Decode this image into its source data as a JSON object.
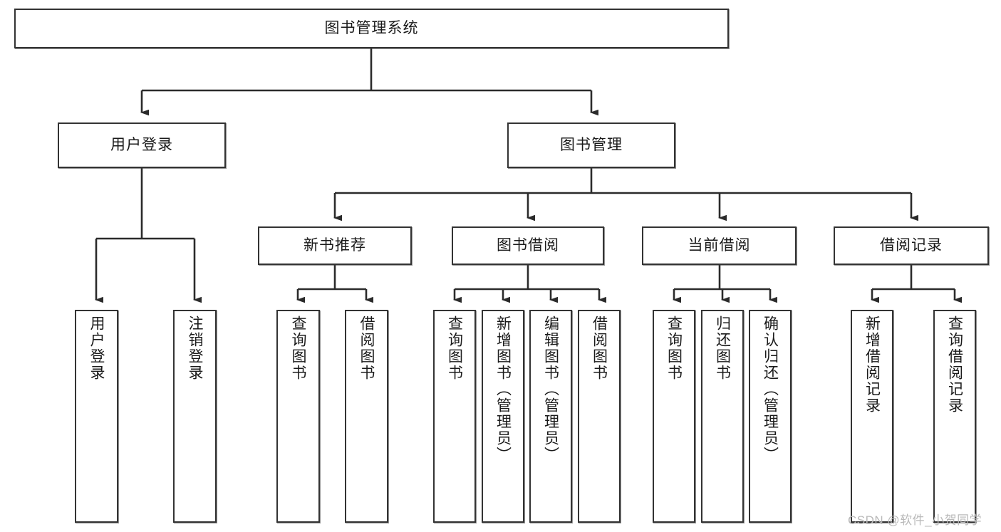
{
  "diagram": {
    "title": "图书管理系统",
    "type": "tree-hierarchy-diagram",
    "watermark": "CSDN @软件_小贺同学",
    "colors": {
      "node_border": "#333333",
      "node_fill": "#ffffff",
      "connector": "#2b2b2b",
      "text": "#1a1a1a",
      "watermark": "#b9b9b9",
      "background": "#ffffff"
    },
    "levels": {
      "root": "图书管理系统",
      "level2": [
        "用户登录",
        "图书管理"
      ],
      "level3": [
        "新书推荐",
        "图书借阅",
        "当前借阅",
        "借阅记录"
      ]
    },
    "nodes": {
      "root": {
        "label": "图书管理系统"
      },
      "user_login": {
        "label": "用户登录"
      },
      "book_manage": {
        "label": "图书管理"
      },
      "new_book_rec": {
        "label": "新书推荐"
      },
      "book_borrow": {
        "label": "图书借阅"
      },
      "current_borrow": {
        "label": "当前借阅"
      },
      "borrow_record": {
        "label": "借阅记录"
      },
      "leaf_user_login": {
        "label": "用户登录"
      },
      "leaf_logout": {
        "label": "注销登录"
      },
      "leaf_query_book_1": {
        "label": "查询图书"
      },
      "leaf_borrow_book_1": {
        "label": "借阅图书"
      },
      "leaf_query_book_2": {
        "label": "查询图书"
      },
      "leaf_add_book": {
        "label": "新增图书（管理员）"
      },
      "leaf_edit_book": {
        "label": "编辑图书（管理员）"
      },
      "leaf_borrow_book_2": {
        "label": "借阅图书"
      },
      "leaf_query_book_3": {
        "label": "查询图书"
      },
      "leaf_return_book": {
        "label": "归还图书"
      },
      "leaf_confirm_return": {
        "label": "确认归还（管理员）"
      },
      "leaf_add_record": {
        "label": "新增借阅记录"
      },
      "leaf_query_record": {
        "label": "查询借阅记录"
      }
    },
    "edges": [
      {
        "from": "root",
        "to": "user_login"
      },
      {
        "from": "root",
        "to": "book_manage"
      },
      {
        "from": "user_login",
        "to": "leaf_user_login"
      },
      {
        "from": "user_login",
        "to": "leaf_logout"
      },
      {
        "from": "book_manage",
        "to": "new_book_rec"
      },
      {
        "from": "book_manage",
        "to": "book_borrow"
      },
      {
        "from": "book_manage",
        "to": "current_borrow"
      },
      {
        "from": "book_manage",
        "to": "borrow_record"
      },
      {
        "from": "new_book_rec",
        "to": "leaf_query_book_1"
      },
      {
        "from": "new_book_rec",
        "to": "leaf_borrow_book_1"
      },
      {
        "from": "book_borrow",
        "to": "leaf_query_book_2"
      },
      {
        "from": "book_borrow",
        "to": "leaf_add_book"
      },
      {
        "from": "book_borrow",
        "to": "leaf_edit_book"
      },
      {
        "from": "book_borrow",
        "to": "leaf_borrow_book_2"
      },
      {
        "from": "current_borrow",
        "to": "leaf_query_book_3"
      },
      {
        "from": "current_borrow",
        "to": "leaf_return_book"
      },
      {
        "from": "current_borrow",
        "to": "leaf_confirm_return"
      },
      {
        "from": "borrow_record",
        "to": "leaf_add_record"
      },
      {
        "from": "borrow_record",
        "to": "leaf_query_record"
      }
    ]
  }
}
